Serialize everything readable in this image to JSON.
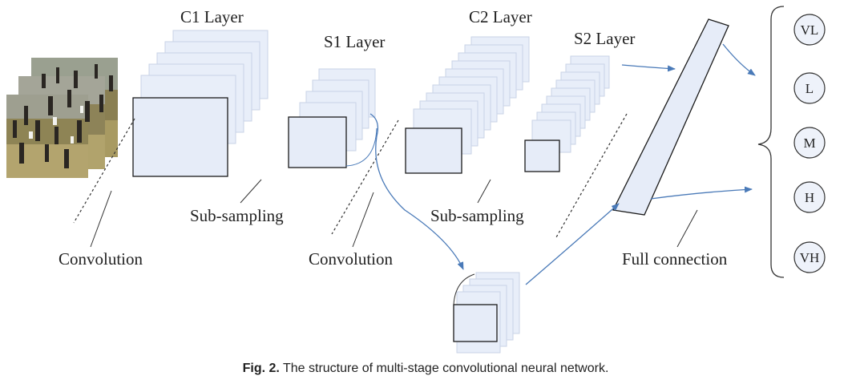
{
  "layers": {
    "c1": "C1 Layer",
    "s1": "S1 Layer",
    "c2": "C2 Layer",
    "s2": "S2 Layer"
  },
  "operations": {
    "convolution_1": "Convolution",
    "subsampling_1": "Sub-sampling",
    "convolution_2": "Convolution",
    "subsampling_2": "Sub-sampling",
    "full_connection": "Full connection"
  },
  "outputs": [
    "VL",
    "L",
    "M",
    "H",
    "VH"
  ],
  "caption": {
    "prefix": "Fig. 2.",
    "text": " The structure of multi-stage convolutional neural network."
  },
  "colors": {
    "feature_map_fill": "#e8eef9",
    "arrow": "#4a7ab8",
    "line": "#333333"
  }
}
